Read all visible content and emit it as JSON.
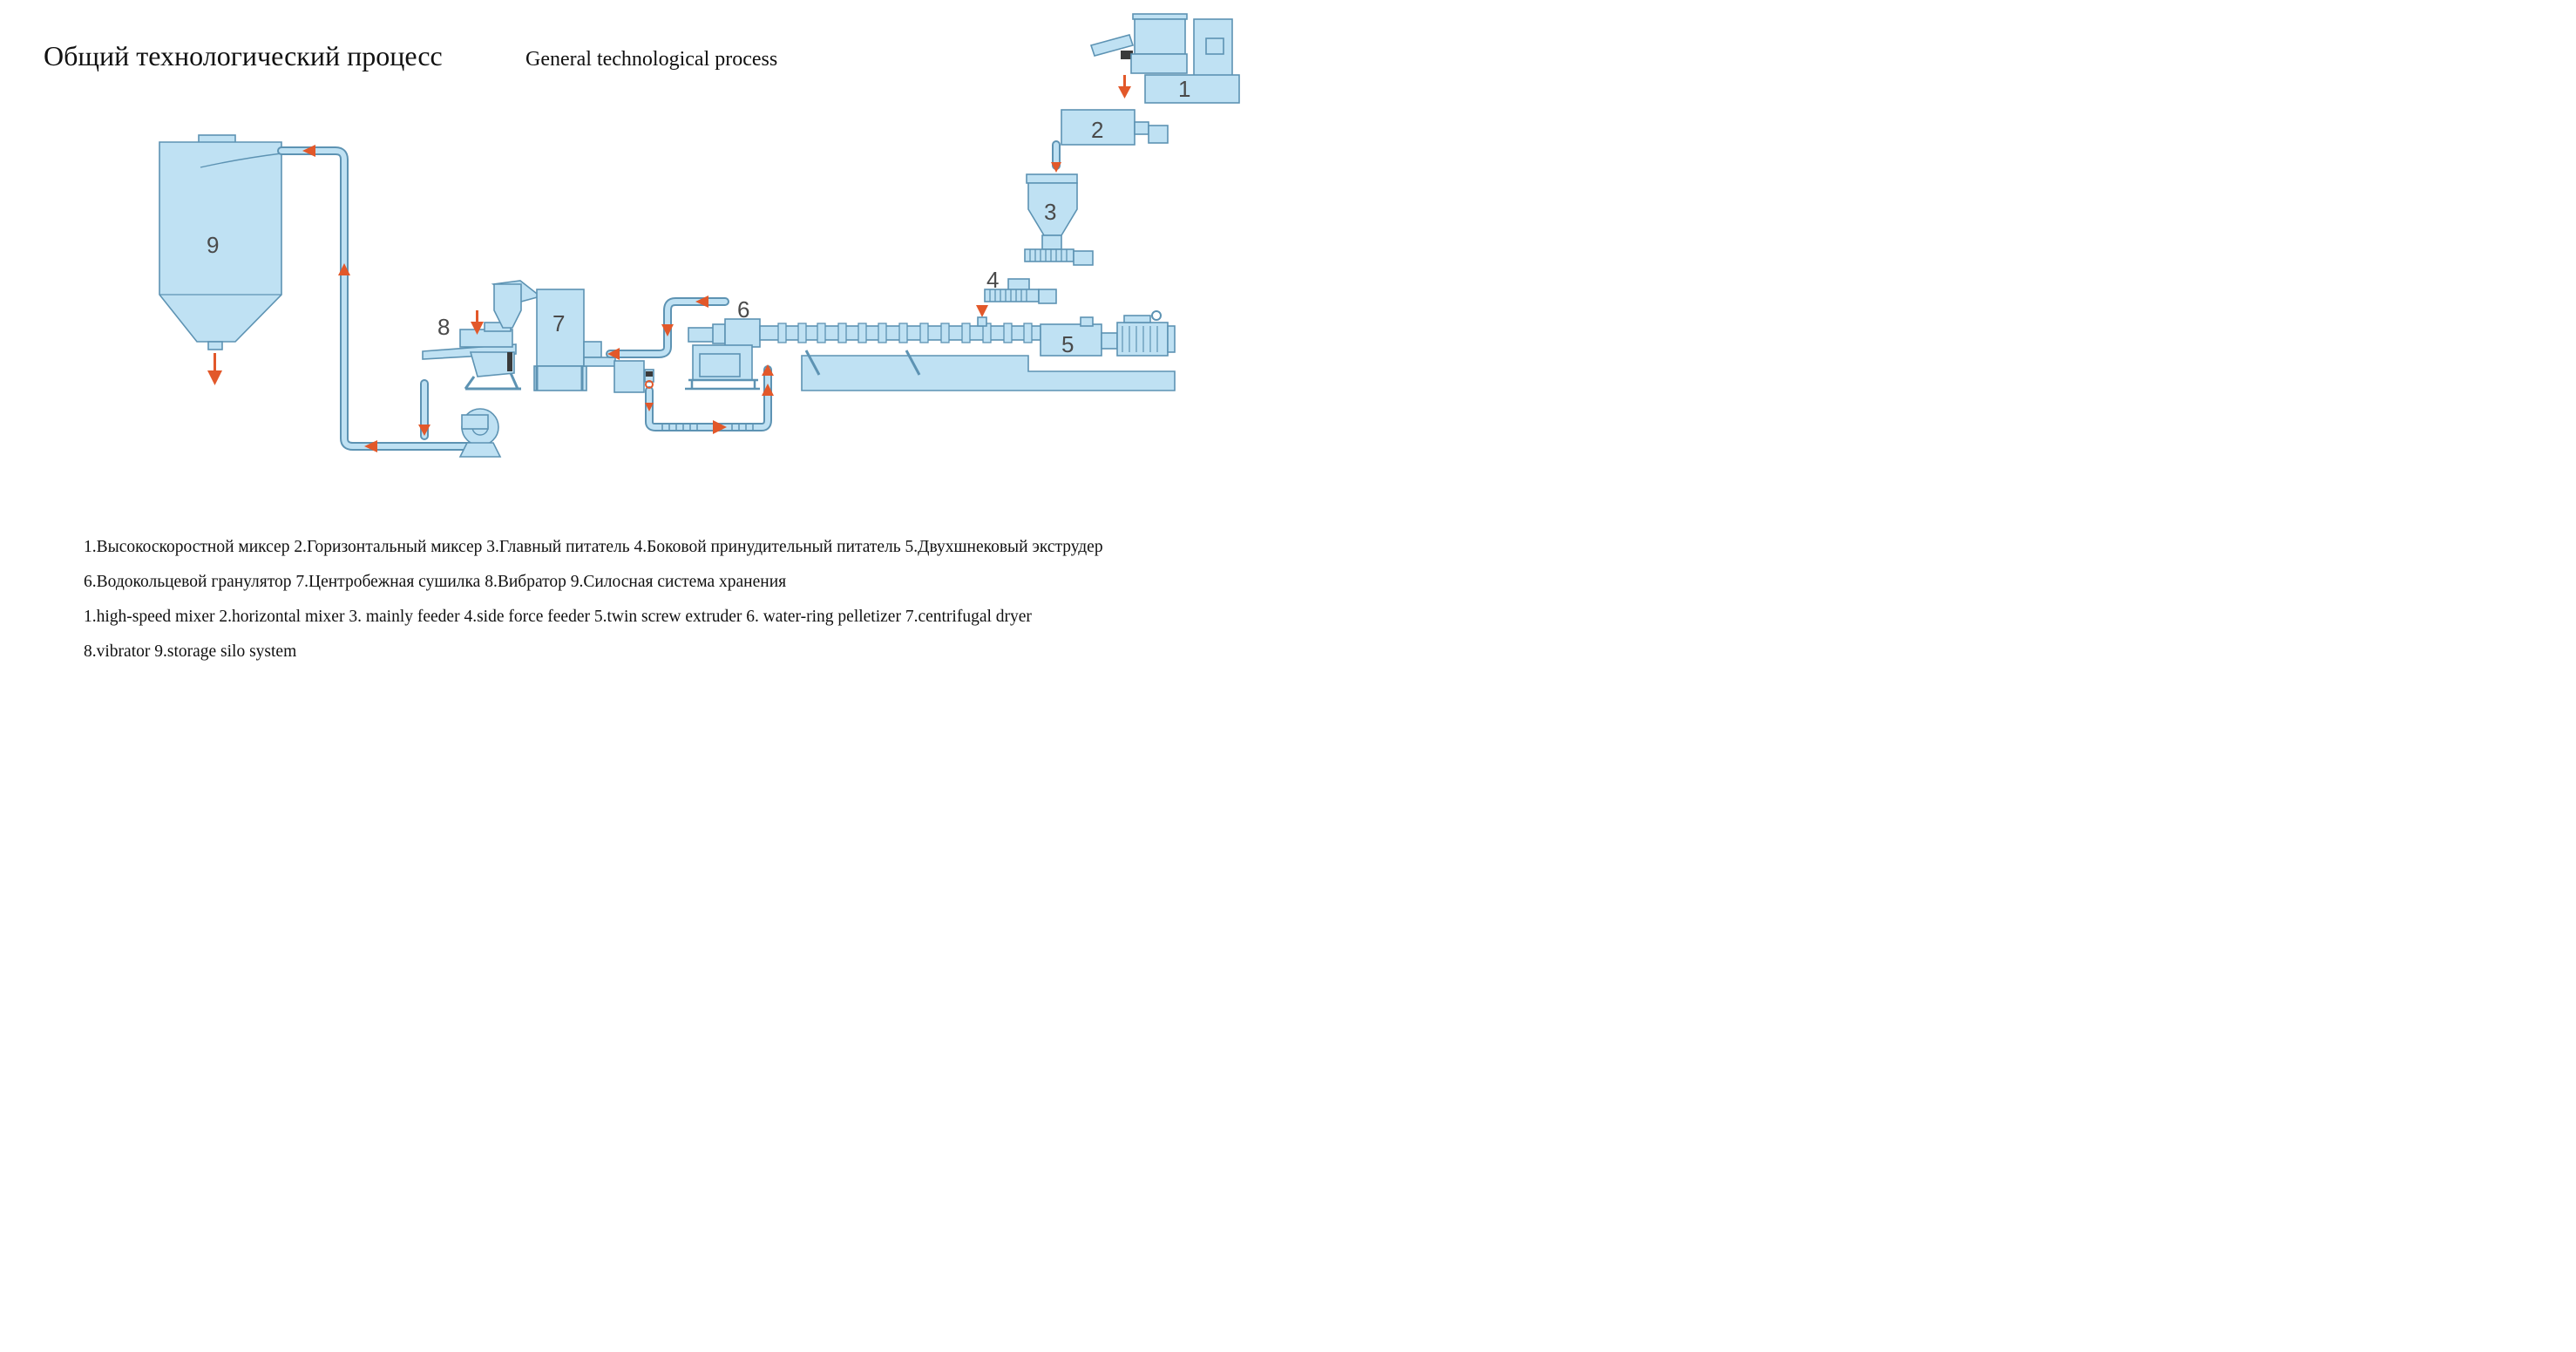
{
  "title": {
    "ru": "Общий технологический процесс",
    "en": "General technological process"
  },
  "diagram": {
    "unit_numbers": [
      "1",
      "2",
      "3",
      "4",
      "5",
      "6",
      "7",
      "8",
      "9"
    ],
    "colors": {
      "equipment_fill": "#bfe1f3",
      "equipment_stroke": "#5d93b3",
      "arrow": "#e2582a",
      "dark": "#3a3a3a"
    }
  },
  "legend": {
    "line1": "1.Высокоскоростной миксер  2.Горизонтальный миксер 3.Главный питатель  4.Боковой принудительный питатель  5.Двухшнековый экструдер",
    "line2": "6.Водокольцевой гранулятор  7.Центробежная сушилка  8.Вибратор  9.Силосная система хранения",
    "line3": "1.high-speed mixer  2.horizontal mixer  3. mainly feeder  4.side force feeder  5.twin screw extruder  6. water-ring pelletizer  7.centrifugal dryer",
    "line4": "8.vibrator  9.storage silo system"
  }
}
